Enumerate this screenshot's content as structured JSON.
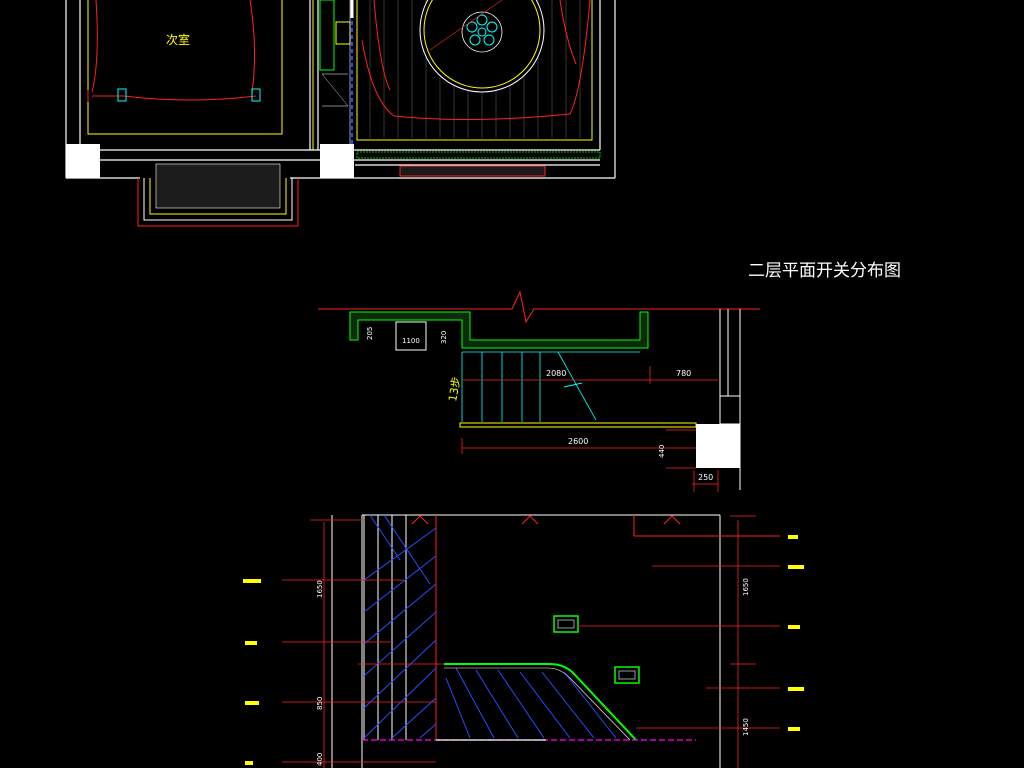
{
  "drawing": {
    "title": "二层平面开关分布图",
    "room_label": "次室",
    "colors": {
      "background": "#000000",
      "wall": "#ffffff",
      "yellow": "#ffff00",
      "red": "#ff2020",
      "green": "#00ff00",
      "cyan": "#00ffff",
      "blue": "#2a4bff",
      "magenta": "#ff00ff"
    }
  },
  "stair": {
    "dim_205": "205",
    "dim_1100": "1100",
    "dim_320": "320",
    "dim_2080": "2080",
    "dim_780": "780",
    "dim_2600": "2600",
    "dim_440": "440",
    "dim_250": "250",
    "step_note": "13步"
  },
  "elevation": {
    "dim_1650_left": "1650",
    "dim_850": "850",
    "dim_400": "400",
    "dim_1650_right": "1650",
    "dim_1450": "1450"
  }
}
